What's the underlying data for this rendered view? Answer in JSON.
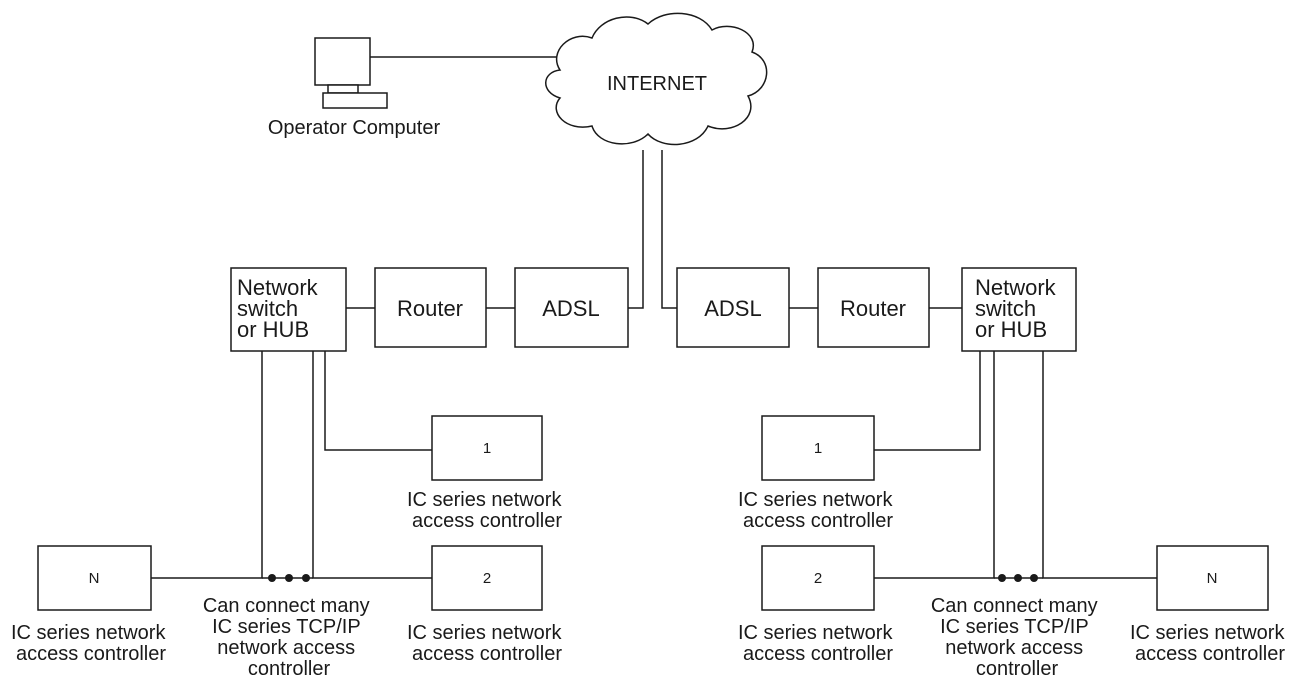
{
  "cloud": {
    "label": "INTERNET"
  },
  "operator": {
    "label": "Operator Computer"
  },
  "left": {
    "switch_lines": [
      "Network",
      "switch",
      "or HUB"
    ],
    "router": "Router",
    "adsl": "ADSL",
    "ctrl1": {
      "number": "1",
      "caption": [
        "IC series network",
        "access controller"
      ]
    },
    "ctrl2": {
      "number": "2",
      "caption": [
        "IC series network",
        "access controller"
      ]
    },
    "ctrlN": {
      "number": "N",
      "caption": [
        "IC series network",
        "access controller"
      ]
    },
    "many_caption": [
      "Can connect many",
      "IC series TCP/IP",
      "network access",
      "controller"
    ]
  },
  "right": {
    "switch_lines": [
      "Network",
      "switch",
      "or HUB"
    ],
    "router": "Router",
    "adsl": "ADSL",
    "ctrl1": {
      "number": "1",
      "caption": [
        "IC series network",
        "access controller"
      ]
    },
    "ctrl2": {
      "number": "2",
      "caption": [
        "IC series network",
        "access controller"
      ]
    },
    "ctrlN": {
      "number": "N",
      "caption": [
        "IC series network",
        "access controller"
      ]
    },
    "many_caption": [
      "Can connect many",
      "IC series TCP/IP",
      "network access",
      "controller"
    ]
  }
}
